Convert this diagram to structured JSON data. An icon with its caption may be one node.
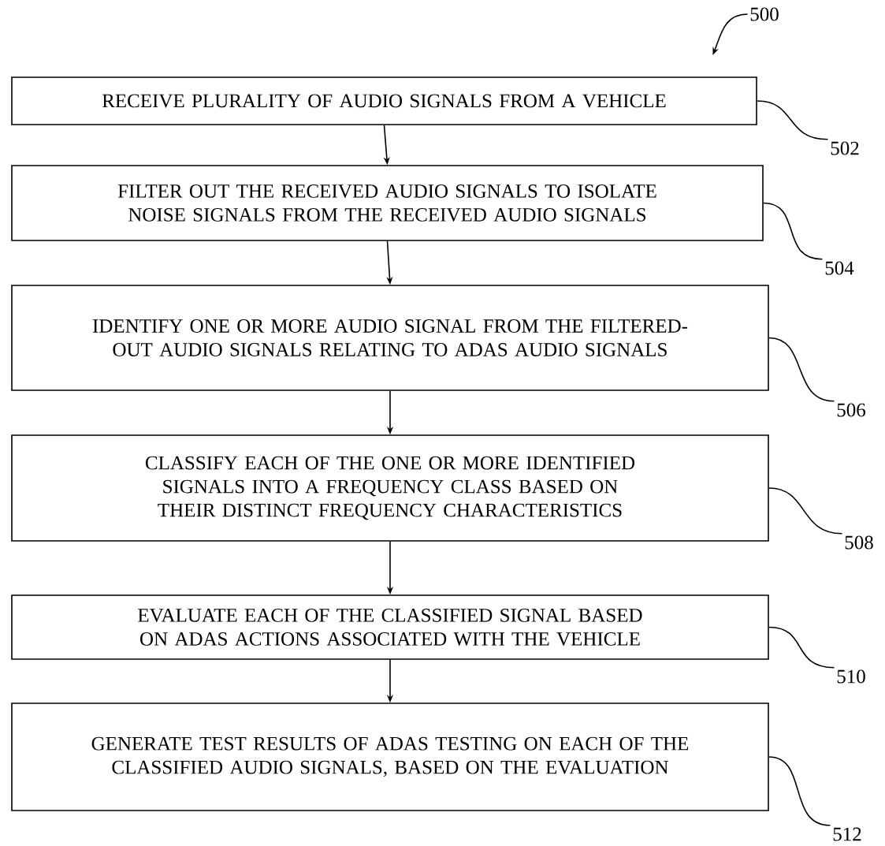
{
  "diagram": {
    "nodes": [
      {
        "text": [
          "RECEIVE PLURALITY OF AUDIO SIGNALS FROM A VEHICLE"
        ]
      },
      {
        "text": [
          "FILTER OUT THE RECEIVED AUDIO SIGNALS TO ISOLATE NOISE SIGNALS FROM THE RECEIVED AUDIO SIGNALS"
        ]
      },
      {
        "text": [
          "IDENTIFY ONE OR MORE AUDIO SIGNAL FROM THE FILTERED-OUT AUDIO SIGNALS RELATING TO ADAS AUDIO SIGNALS"
        ]
      },
      {
        "text": [
          "CLASSIFY EACH OF THE ONE OR MORE IDENTIFIED SIGNALS INTO A FREQUENCY CLASS BASED ON THEIR DISTINCT FREQUENCY CHARACTERISTICS"
        ]
      },
      {
        "text": [
          "EVALUATE EACH OF THE CLASSIFIED SIGNAL BASED ON ADAS ACTIONS ASSOCIATED WITH THE VEHICLE"
        ]
      },
      {
        "text": [
          "GENERATE TEST RESULTS OF ADAS TESTING ON EACH OF THE CLASSIFIED AUDIO SIGNALS, BASED ON THE EVALUATION"
        ]
      },
      {
        "text": [
          "500"
        ]
      },
      {
        "text": [
          "502"
        ]
      },
      {
        "text": [
          "504"
        ]
      },
      {
        "text": [
          "506"
        ]
      },
      {
        "text": [
          "508"
        ]
      },
      {
        "text": [
          "510"
        ]
      },
      {
        "text": [
          "512"
        ]
      }
    ],
    "edges": [
      {
        "from": 0,
        "to": 1,
        "arrow": "to"
      },
      {
        "from": 1,
        "to": 2,
        "arrow": "to"
      },
      {
        "from": 2,
        "to": 3,
        "arrow": "to"
      },
      {
        "from": 3,
        "to": 4,
        "arrow": "to"
      },
      {
        "from": 4,
        "to": 5,
        "arrow": "to"
      },
      {
        "from": 6,
        "to": null,
        "arrow": "to"
      },
      {
        "from": 7,
        "to": 0,
        "arrow": "none"
      },
      {
        "from": 8,
        "to": 1,
        "arrow": "none"
      },
      {
        "from": 9,
        "to": 2,
        "arrow": "none"
      },
      {
        "from": 10,
        "to": 3,
        "arrow": "none"
      },
      {
        "from": 11,
        "to": 4,
        "arrow": "none"
      },
      {
        "from": 12,
        "to": 5,
        "arrow": "none"
      }
    ]
  }
}
